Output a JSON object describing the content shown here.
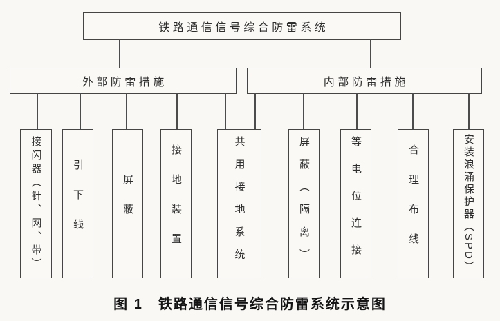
{
  "diagram": {
    "root_label": "铁路通信信号综合防雷系统",
    "branches": [
      {
        "label": "外部防雷措施"
      },
      {
        "label": "内部防雷措施"
      }
    ],
    "leaves": [
      {
        "label": "接闪器（针、网、带）",
        "group": "外部防雷措施"
      },
      {
        "label": "引下线",
        "group": "外部防雷措施"
      },
      {
        "label": "屏蔽",
        "group": "外部防雷措施"
      },
      {
        "label": "接地装置",
        "group": "外部防雷措施"
      },
      {
        "label": "共用接地系统",
        "group": "外部防雷措施、内部防雷措施"
      },
      {
        "label": "屏蔽（隔离）",
        "group": "内部防雷措施"
      },
      {
        "label": "等电位连接",
        "group": "内部防雷措施"
      },
      {
        "label": "合理布线",
        "group": "内部防雷措施"
      },
      {
        "label": "安装浪涌保护器（SPD）",
        "group": "内部防雷措施"
      }
    ],
    "caption": "图 1　铁路通信信号综合防雷系统示意图"
  }
}
